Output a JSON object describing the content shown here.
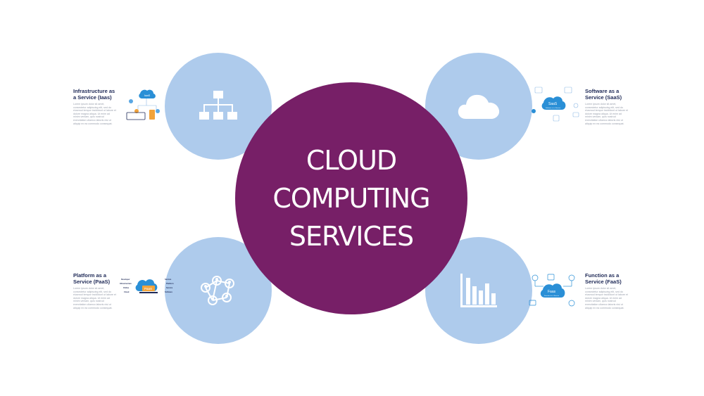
{
  "center": {
    "lines": [
      "CLOUD",
      "COMPUTING",
      "SERVICES"
    ]
  },
  "services": [
    {
      "title": "Infrastructure as a Service (Iaas)",
      "body": "Lorem ipsum dolor sit amet, consectetur adipiscing elit, sed do eiusmod tempor incididunt ut labore et dolore magna aliqua. Ut enim ad minim veniam, quis nostrud exercitation ullamco laboris nisi ut aliquip ex ea commodo consequat.",
      "badge": "IaaS",
      "icon": "network-hierarchy-icon"
    },
    {
      "title": "Software as a Service (SaaS)",
      "body": "Lorem ipsum dolor sit amet, consectetur adipiscing elit, sed do eiusmod tempor incididunt ut labore et dolore magna aliqua. Ut enim ad minim veniam, quis nostrud exercitation ullamco laboris nisi ut aliquip ex ea commodo consequat.",
      "badge": "SaaS",
      "badge_sub": "Software as a Service",
      "icon": "cloud-icon"
    },
    {
      "title": "Platform as a Service (PaaS)",
      "body": "Lorem ipsum dolor sit amet, consectetur adipiscing elit, sed do eiusmod tempor incididunt ut labore et dolore magna aliqua. Ut enim ad minim veniam, quis nostrud exercitation ullamco laboris nisi ut aliquip ex ea commodo consequat.",
      "badge": "PaaS",
      "labels_left": [
        "Developer",
        "Infrastructure",
        "Online",
        "Cloud"
      ],
      "labels_right": [
        "Service",
        "Platform",
        "Service",
        "Software"
      ],
      "icon": "people-network-icon"
    },
    {
      "title": "Function as a Service (FaaS)",
      "body": "Lorem ipsum dolor sit amet, consectetur adipiscing elit, sed do eiusmod tempor incididunt ut labore et dolore magna aliqua. Ut enim ad minim veniam, quis nostrud exercitation ullamco laboris nisi ut aliquip ex ea commodo consequat.",
      "badge": "Faas",
      "badge_sub": "Function as a Service",
      "icon": "bar-chart-icon"
    }
  ],
  "colors": {
    "center": "#771f67",
    "circle": "#aecbec",
    "title": "#1f2a57",
    "body": "#9aa0ad",
    "accent": "#2a8fd6"
  }
}
